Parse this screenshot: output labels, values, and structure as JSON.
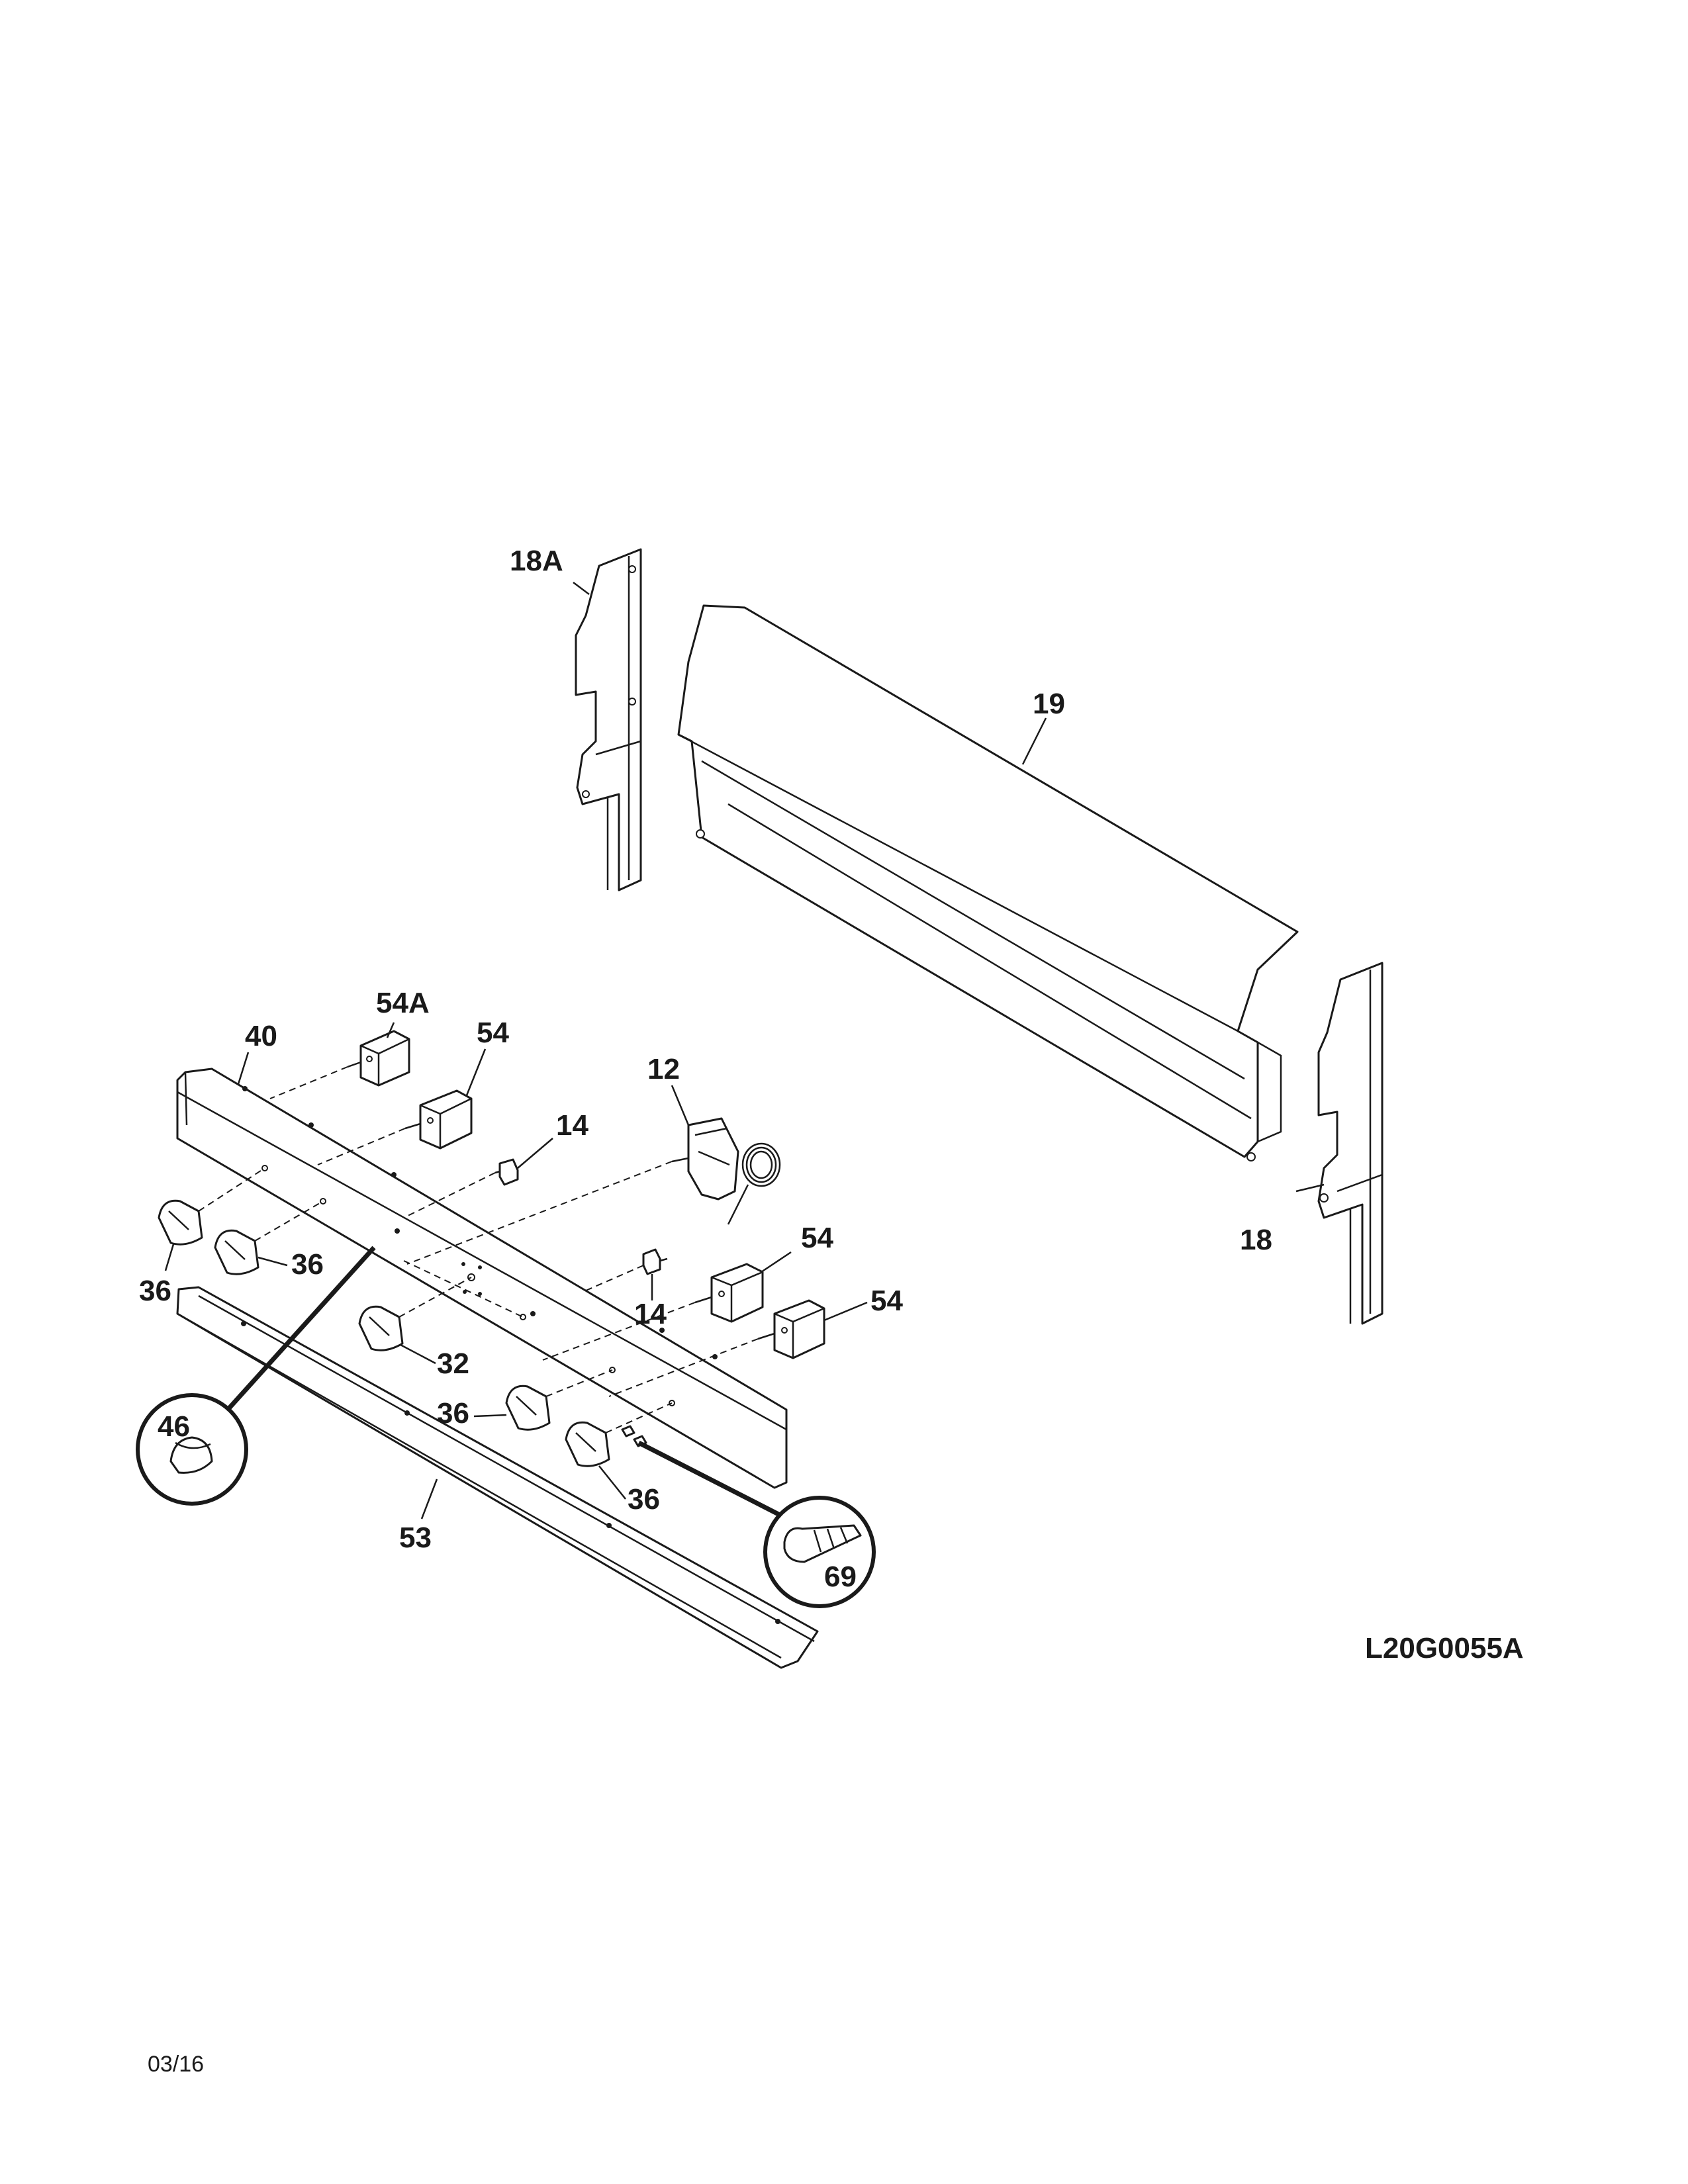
{
  "diagram": {
    "callouts": {
      "c18A": "18A",
      "c19": "19",
      "c18": "18",
      "c40": "40",
      "c54A": "54A",
      "c54a": "54",
      "c14a": "14",
      "c12": "12",
      "c54b": "54",
      "c14b": "14",
      "c54c": "54",
      "c36a": "36",
      "c36b": "36",
      "c32": "32",
      "c36c": "36",
      "c36d": "36",
      "c46": "46",
      "c53": "53",
      "c69": "69"
    },
    "drawing_code": "L20G0055A",
    "date": "03/16"
  }
}
